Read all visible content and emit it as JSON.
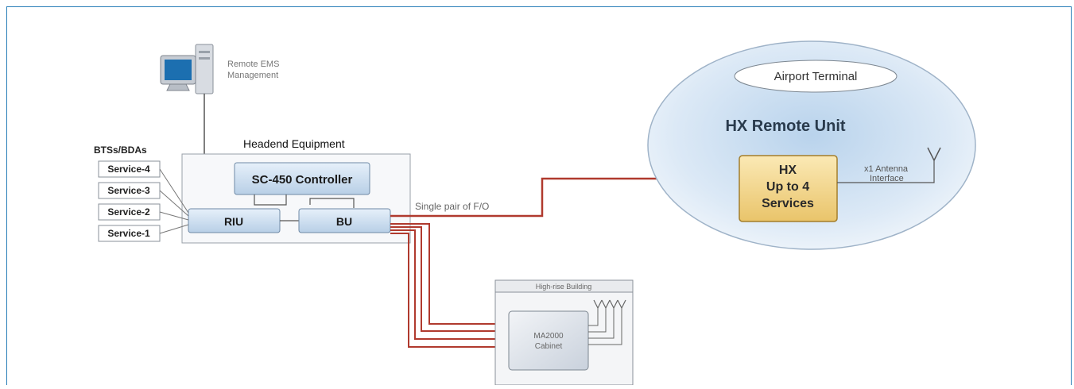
{
  "ems": {
    "line1": "Remote EMS",
    "line2": "Management"
  },
  "headend": {
    "title": "Headend Equipment",
    "controller": "SC-450 Controller",
    "riu": "RIU",
    "bu": "BU"
  },
  "bts": {
    "title": "BTSs/BDAs",
    "services": [
      "Service-4",
      "Service-3",
      "Service-2",
      "Service-1"
    ]
  },
  "link": {
    "fiber_label": "Single pair of F/O"
  },
  "remote": {
    "site": "Airport Terminal",
    "title": "HX Remote Unit",
    "unit": {
      "line1": "HX",
      "line2": "Up to 4",
      "line3": "Services"
    },
    "antenna": {
      "line1": "x1 Antenna",
      "line2": "Interface"
    }
  },
  "building": {
    "title": "High-rise Building",
    "cabinet_line1": "MA2000",
    "cabinet_line2": "Cabinet"
  },
  "colors": {
    "fiber": "#b03a2e",
    "box_blue": "#cfe0f0",
    "hx_gold": "#f3d58c",
    "frame": "#2a7fb8"
  }
}
